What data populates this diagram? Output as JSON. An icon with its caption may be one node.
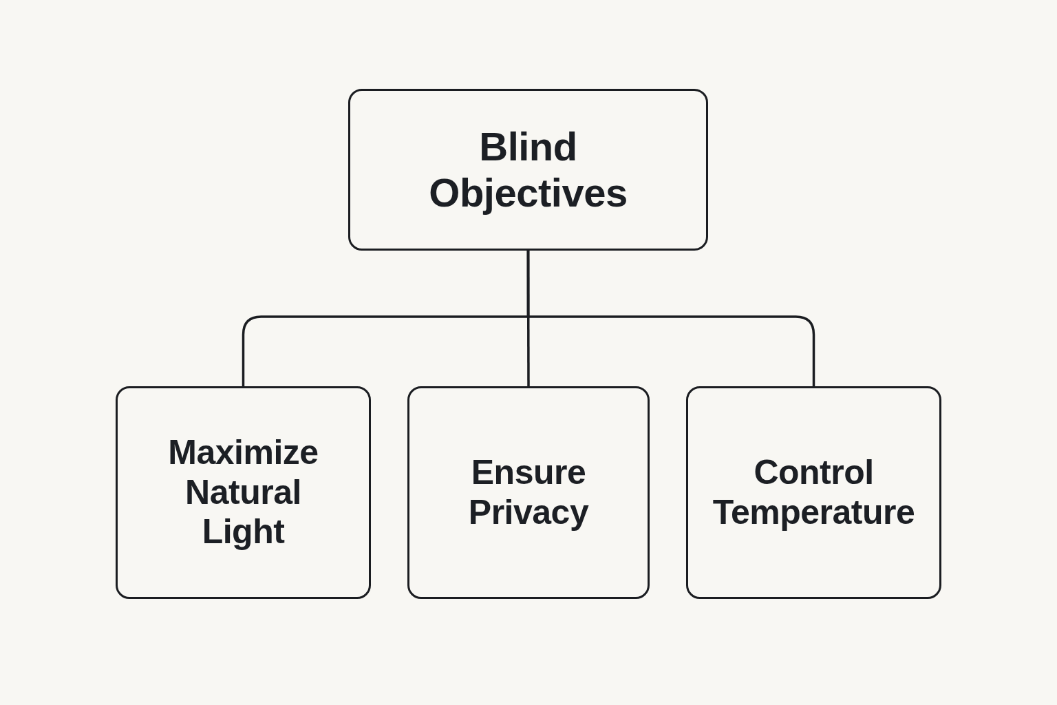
{
  "diagram": {
    "nodes": [
      {
        "text": [
          "Blind Objectives"
        ]
      },
      {
        "text": [
          "Maximize Natural Light"
        ]
      },
      {
        "text": [
          "Ensure Privacy"
        ]
      },
      {
        "text": [
          "Control Temperature"
        ]
      }
    ],
    "edges": [
      {
        "from": 0,
        "to": 1,
        "arrow": "none"
      },
      {
        "from": 0,
        "to": 2,
        "arrow": "none"
      },
      {
        "from": 0,
        "to": 3,
        "arrow": "none"
      }
    ]
  }
}
